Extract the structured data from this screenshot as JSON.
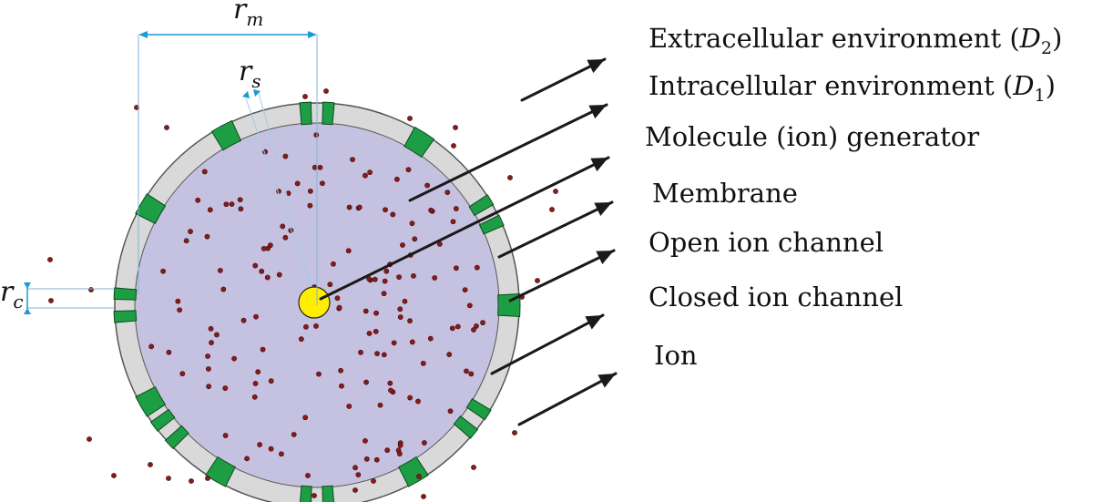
{
  "colors": {
    "cell_fill": "#c5c2e1",
    "membrane_fill": "#d9d9d9",
    "membrane_stroke": "#555555",
    "channel_fill": "#1e9e44",
    "channel_stroke": "#0c4a1e",
    "generator_fill": "#ffee00",
    "ion_fill": "#8b1a1a",
    "dimension_color": "#1a9ad6",
    "arrow_color": "#1a1a1a"
  },
  "legend": [
    {
      "id": "extracellular",
      "text": "Extracellular environment (",
      "math": "D",
      "subscript": "2",
      "close": ")"
    },
    {
      "id": "intracellular",
      "text": "Intracellular environment (",
      "math": "D",
      "subscript": "1",
      "close": ")"
    },
    {
      "id": "generator",
      "text": "Molecule (ion) generator"
    },
    {
      "id": "membrane",
      "text": "Membrane"
    },
    {
      "id": "open-channel",
      "text": "Open ion channel"
    },
    {
      "id": "closed-channel",
      "text": "Closed ion channel"
    },
    {
      "id": "ion",
      "text": "Ion"
    }
  ],
  "dimensions": {
    "rm": {
      "symbol": "r",
      "subscript": "m"
    },
    "rs": {
      "symbol": "r",
      "subscript": "s"
    },
    "rc": {
      "symbol": "r",
      "subscript": "c"
    }
  },
  "icons": {
    "generator": "yellow-circle",
    "ion": "dark-red-dot",
    "open_channel": "green-bracket-pair",
    "closed_channel": "green-block"
  }
}
